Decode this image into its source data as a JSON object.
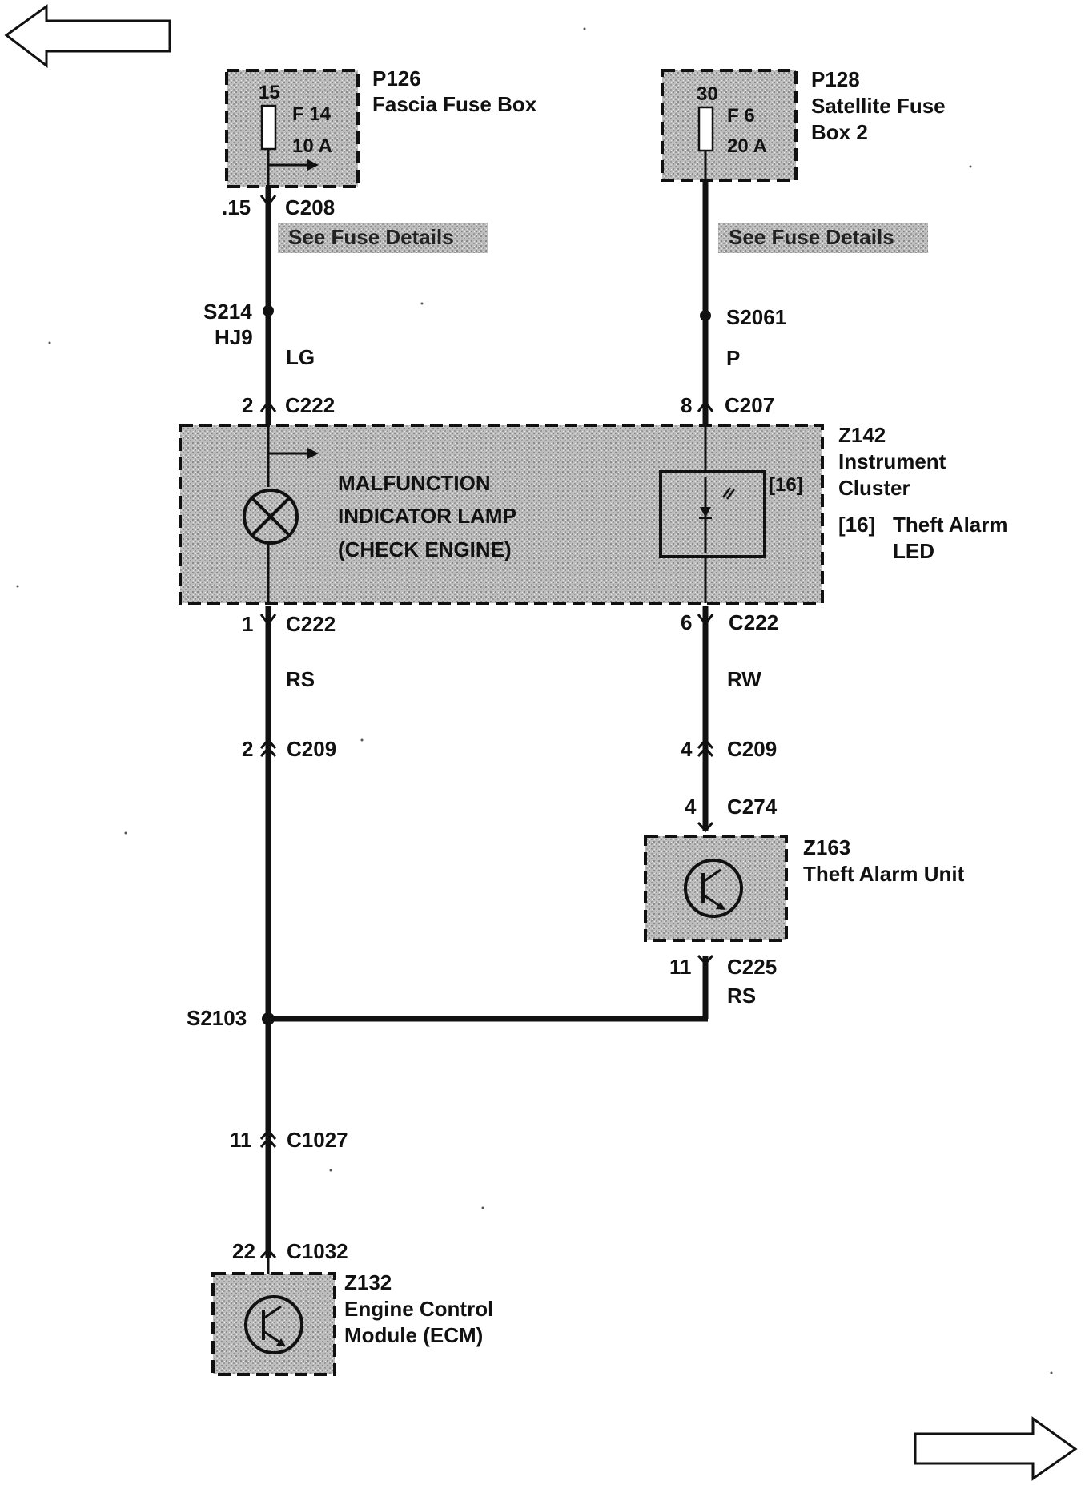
{
  "nav": {
    "back_icon": "left-arrow-icon",
    "forward_icon": "right-arrow-icon"
  },
  "components": {
    "p126": {
      "id": "P126",
      "name": "Fascia Fuse Box",
      "pin": "15",
      "fuse": "F 14",
      "rating": "10 A"
    },
    "p128": {
      "id": "P128",
      "name_line1": "Satellite Fuse",
      "name_line2": "Box 2",
      "pin": "30",
      "fuse": "F 6",
      "rating": "20 A"
    },
    "z142": {
      "id": "Z142",
      "name_line1": "Instrument",
      "name_line2": "Cluster",
      "note_ref": "[16]",
      "note_line1": "Theft Alarm",
      "note_line2": "LED",
      "led_ref": "[16]",
      "lamp_line1": "MALFUNCTION",
      "lamp_line2": "INDICATOR LAMP",
      "lamp_line3": "(CHECK ENGINE)"
    },
    "z163": {
      "id": "Z163",
      "name": "Theft Alarm Unit"
    },
    "z132": {
      "id": "Z132",
      "name_line1": "Engine Control",
      "name_line2": "Module (ECM)"
    }
  },
  "fuse_details": {
    "left": "See Fuse Details",
    "right": "See Fuse Details"
  },
  "connectors": {
    "c208_pin": ".15",
    "c208": "C208",
    "c222_top_left_pin": "2",
    "c222_top_left": "C222",
    "c207_pin": "8",
    "c207": "C207",
    "c222_bot_left_pin": "1",
    "c222_bot_left": "C222",
    "c222_bot_right_pin": "6",
    "c222_bot_right": "C222",
    "c209_left_pin": "2",
    "c209_left": "C209",
    "c209_right_pin": "4",
    "c209_right": "C209",
    "c274_pin": "4",
    "c274": "C274",
    "c225_pin": "11",
    "c225": "C225",
    "c1027_pin": "11",
    "c1027": "C1027",
    "c1032_pin": "22",
    "c1032": "C1032"
  },
  "splices": {
    "s214": "S214",
    "hj9": "HJ9",
    "s2061": "S2061",
    "s2103": "S2103"
  },
  "wires": {
    "lg": "LG",
    "p": "P",
    "rs_left": "RS",
    "rw": "RW",
    "rs_right": "RS"
  }
}
